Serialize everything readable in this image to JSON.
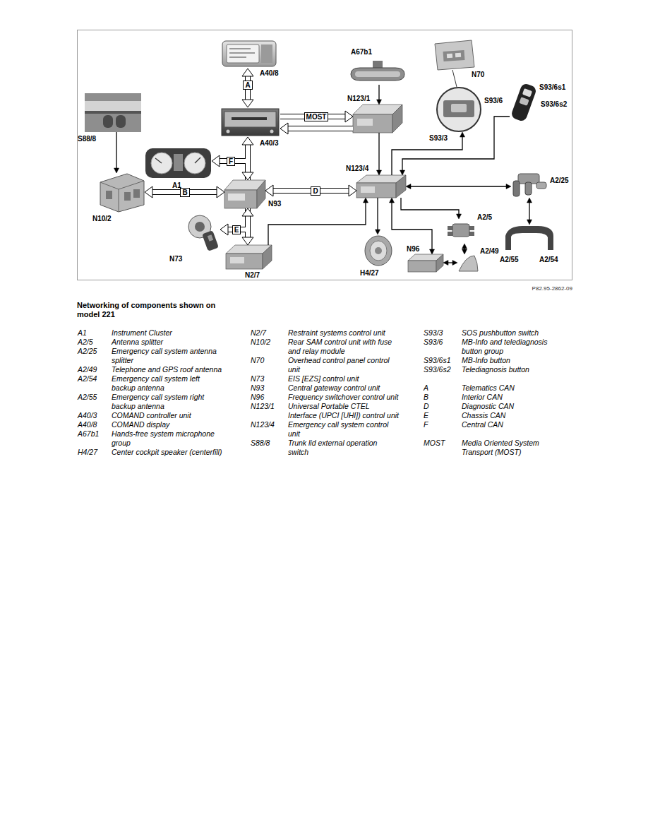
{
  "diagram": {
    "title": "Networking of components shown on model 221",
    "nodes": [
      {
        "text": [
          "A40/8"
        ]
      },
      {
        "text": [
          "A67b1"
        ]
      },
      {
        "text": [
          "N70"
        ]
      },
      {
        "text": [
          "A40/3"
        ]
      },
      {
        "text": [
          "N123/1"
        ]
      },
      {
        "text": [
          "S88/8"
        ]
      },
      {
        "text": [
          "S93/3"
        ]
      },
      {
        "text": [
          "S93/6",
          "S93/6s1",
          "S93/6s2"
        ]
      },
      {
        "text": [
          "A1"
        ]
      },
      {
        "text": [
          "N123/4"
        ]
      },
      {
        "text": [
          "A2/25"
        ]
      },
      {
        "text": [
          "N10/2"
        ]
      },
      {
        "text": [
          "N93"
        ]
      },
      {
        "text": [
          "A2/5"
        ]
      },
      {
        "text": [
          "N73"
        ]
      },
      {
        "text": [
          "N2/7"
        ]
      },
      {
        "text": [
          "H4/27"
        ]
      },
      {
        "text": [
          "N96"
        ]
      },
      {
        "text": [
          "A2/49"
        ]
      },
      {
        "text": [
          "A2/55",
          "A2/54"
        ]
      }
    ],
    "edges": [
      {
        "from": 0,
        "to": 3,
        "arrow": "both",
        "label": "A"
      },
      {
        "from": 3,
        "to": 4,
        "arrow": "to",
        "label": "MOST"
      },
      {
        "from": 4,
        "to": 3,
        "arrow": "to"
      },
      {
        "from": 1,
        "to": 4,
        "arrow": "to"
      },
      {
        "from": 4,
        "to": 9,
        "arrow": "to"
      },
      {
        "from": 3,
        "to": 12,
        "arrow": "both"
      },
      {
        "from": 12,
        "to": 8,
        "arrow": "to",
        "label": "F"
      },
      {
        "from": 11,
        "to": 12,
        "arrow": "both",
        "label": "B"
      },
      {
        "from": 12,
        "to": 9,
        "arrow": "both",
        "label": "D"
      },
      {
        "from": 12,
        "to": 15,
        "arrow": "both"
      },
      {
        "from": 12,
        "to": 14,
        "arrow": "to",
        "label": "E"
      },
      {
        "from": 15,
        "to": 9,
        "arrow": "to"
      },
      {
        "from": 9,
        "to": 16,
        "arrow": "to"
      },
      {
        "from": 9,
        "to": 10,
        "arrow": "both"
      },
      {
        "from": 9,
        "to": 13,
        "arrow": "to"
      },
      {
        "from": 9,
        "to": 17,
        "arrow": "both"
      },
      {
        "from": 9,
        "to": 6,
        "arrow": "to"
      },
      {
        "from": 7,
        "to": 9,
        "arrow": "to"
      },
      {
        "from": 10,
        "to": 19,
        "arrow": "both"
      },
      {
        "from": 17,
        "to": 18,
        "arrow": "both"
      },
      {
        "from": 13,
        "to": 18,
        "arrow": "both"
      },
      {
        "from": 5,
        "to": 11,
        "arrow": "to"
      }
    ],
    "labels": [
      "P82.95-2862-09",
      "A1",
      "Instrument Cluster",
      "A2/5",
      "Antenna splitter",
      "A2/25",
      "Emergency call system antenna splitter",
      "A2/49",
      "Telephone and GPS roof antenna",
      "A2/54",
      "Emergency call system left backup antenna",
      "A2/55",
      "Emergency call system right backup antenna",
      "A40/3",
      "COMAND controller unit",
      "A40/8",
      "COMAND display",
      "A67b1",
      "Hands-free system microphone group",
      "H4/27",
      "Center cockpit speaker (centerfill)",
      "N2/7",
      "Restraint systems control unit",
      "N10/2",
      "Rear SAM control unit with fuse and relay module",
      "N70",
      "Overhead control panel control unit",
      "N73",
      "EIS [EZS] control unit",
      "N93",
      "Central gateway control unit",
      "N96",
      "Frequency switchover control unit",
      "N123/1",
      "Universal Portable CTEL Interface (UPCI [UHI]) control unit",
      "N123/4",
      "Emergency call system control unit",
      "S88/8",
      "Trunk lid external operation switch",
      "S93/3",
      "SOS pushbutton switch",
      "S93/6",
      "MB-Info and telediagnosis button group",
      "S93/6s1",
      "MB-Info button",
      "S93/6s2",
      "Telediagnosis button",
      "A",
      "Telematics CAN",
      "B",
      "Interior CAN",
      "D",
      "Diagnostic CAN",
      "E",
      "Chassis CAN",
      "F",
      "Central CAN",
      "MOST",
      "Media Oriented System Transport (MOST)"
    ]
  }
}
